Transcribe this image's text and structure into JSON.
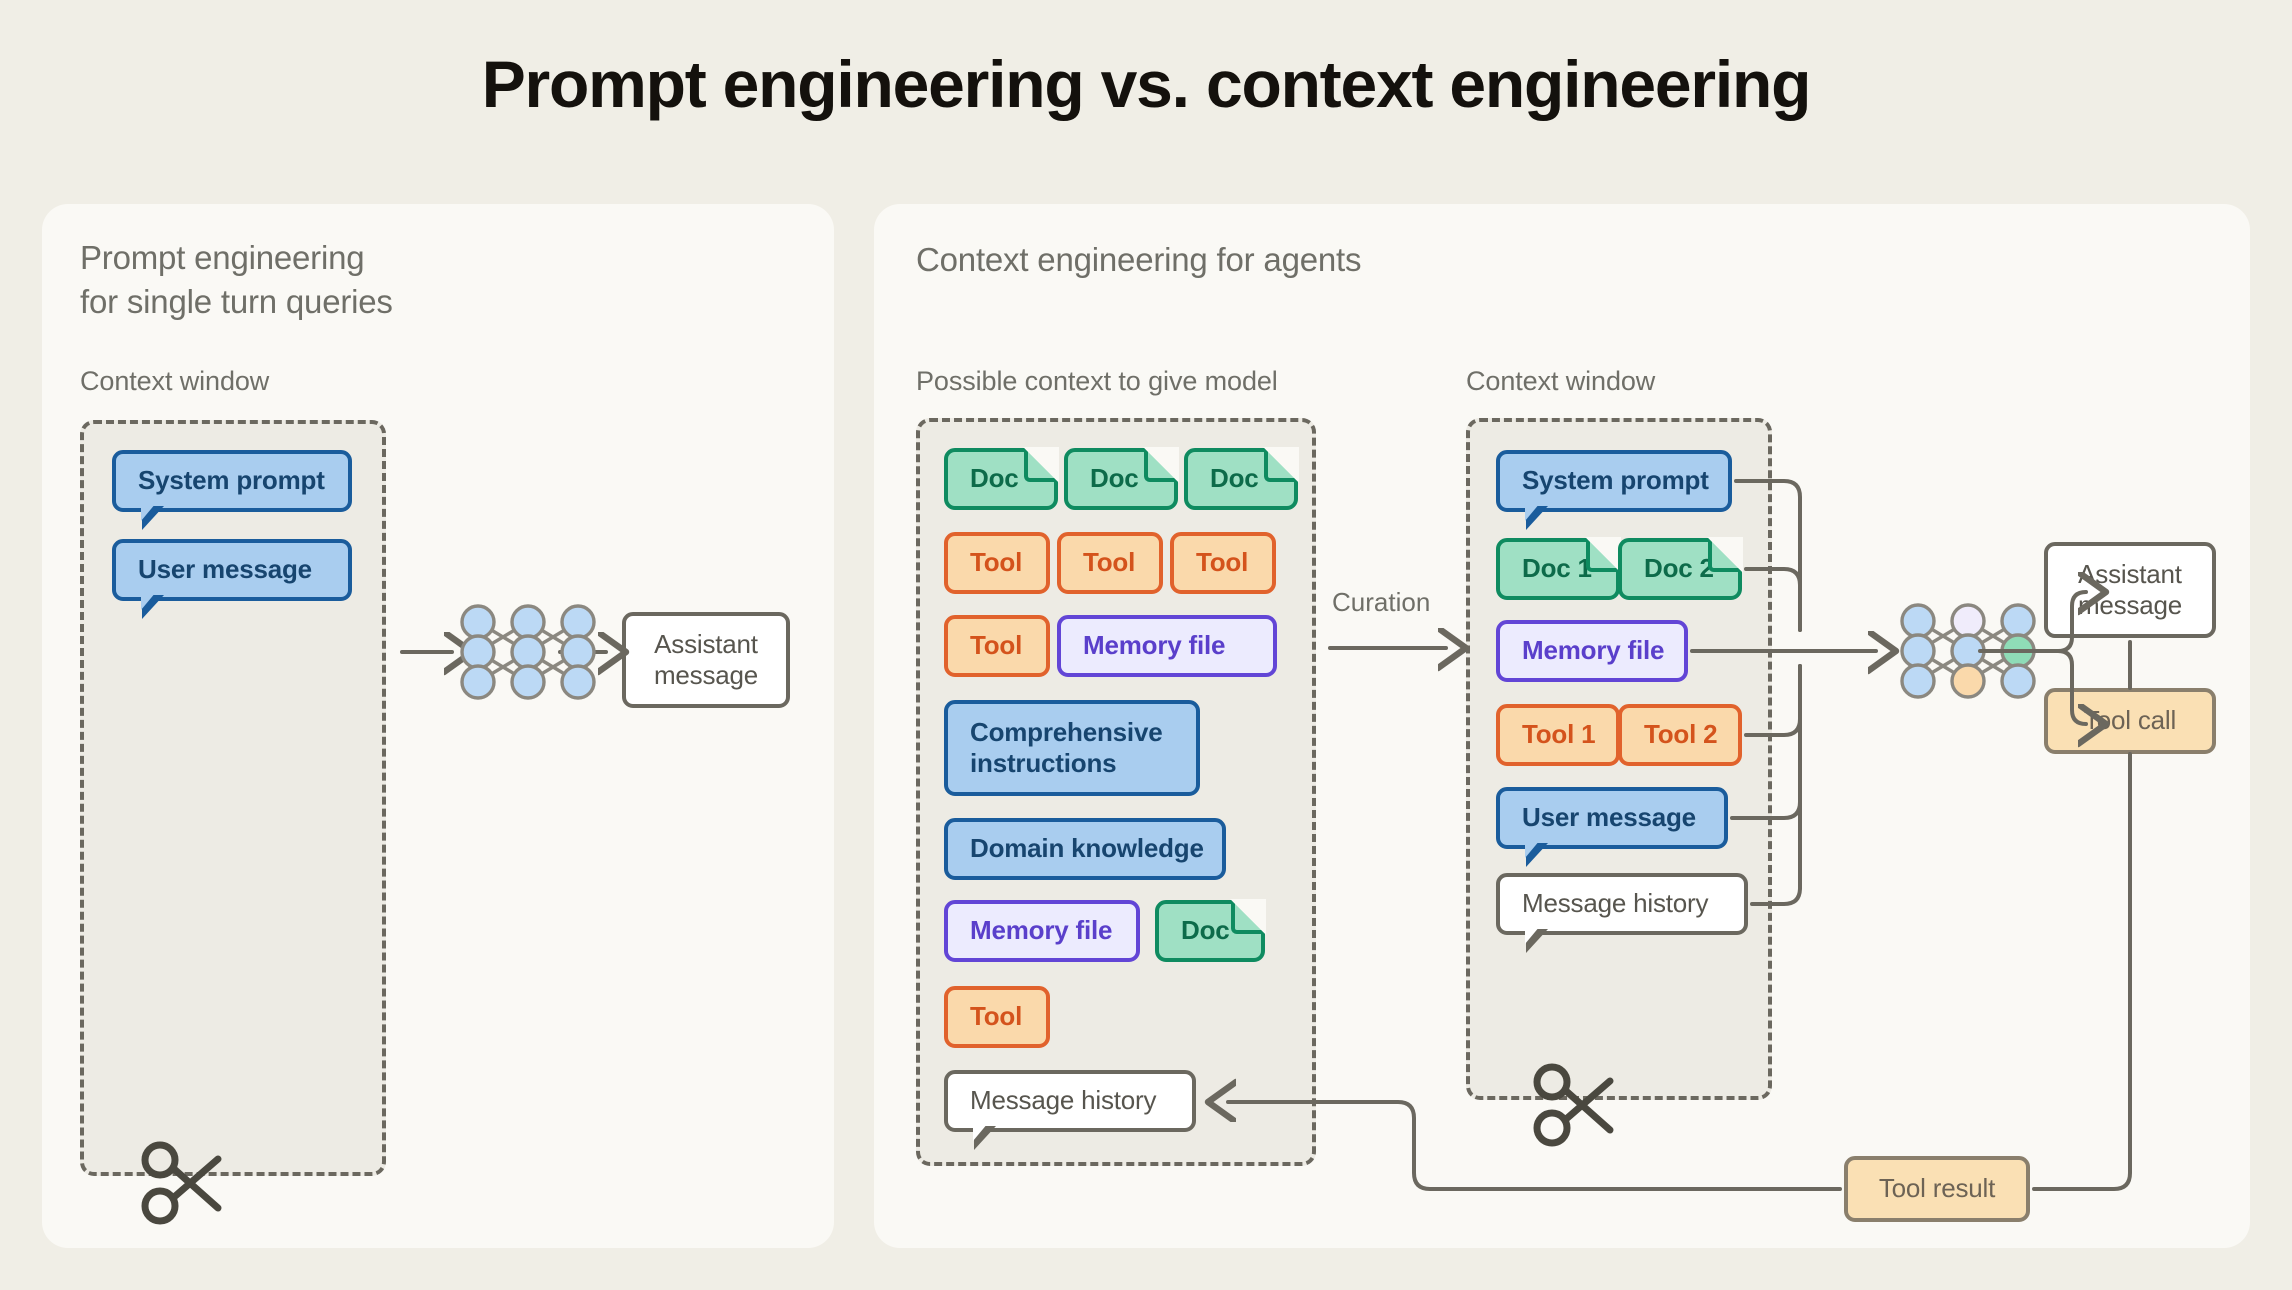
{
  "title": "Prompt engineering vs. context engineering",
  "colors": {
    "page_bg": "#f0eee6",
    "panel_bg": "#faf9f5",
    "dashed_bg": "#edebe4",
    "stroke": "#6b685f",
    "blue_fill": "#a9cdef",
    "blue_border": "#1a5c9c",
    "green_fill": "#9fe0c4",
    "green_border": "#0f8b60",
    "orange_fill": "#fad9ab",
    "orange_border": "#e1622c",
    "purple_fill": "#ecebfe",
    "purple_border": "#6245d6",
    "tan_fill": "#fae0b4",
    "tan_border": "#8a7f6c"
  },
  "left_panel": {
    "title": "Prompt engineering\nfor single turn queries",
    "context_window_label": "Context window",
    "nodes": [
      {
        "label": "System prompt",
        "kind": "blue-bubble"
      },
      {
        "label": "User message",
        "kind": "blue-bubble"
      }
    ],
    "model_icon": "neural-network-icon",
    "scissors_icon": "scissors-icon",
    "output": {
      "label": "Assistant\nmessage",
      "kind": "white-rect"
    }
  },
  "right_panel": {
    "title": "Context engineering for agents",
    "possible_context_label": "Possible context to give model",
    "context_window_label": "Context window",
    "curation_label": "Curation",
    "possible_context_nodes": [
      {
        "label": "Doc",
        "kind": "doc"
      },
      {
        "label": "Doc",
        "kind": "doc"
      },
      {
        "label": "Doc",
        "kind": "doc"
      },
      {
        "label": "Tool",
        "kind": "tool"
      },
      {
        "label": "Tool",
        "kind": "tool"
      },
      {
        "label": "Tool",
        "kind": "tool"
      },
      {
        "label": "Tool",
        "kind": "tool"
      },
      {
        "label": "Memory file",
        "kind": "memory"
      },
      {
        "label": "Comprehensive\ninstructions",
        "kind": "blue-rect"
      },
      {
        "label": "Domain knowledge",
        "kind": "blue-rect"
      },
      {
        "label": "Memory file",
        "kind": "memory"
      },
      {
        "label": "Doc",
        "kind": "doc"
      },
      {
        "label": "Tool",
        "kind": "tool"
      },
      {
        "label": "Message history",
        "kind": "white-bubble"
      }
    ],
    "context_window_nodes": [
      {
        "label": "System prompt",
        "kind": "blue-bubble"
      },
      {
        "label": "Doc 1",
        "kind": "doc"
      },
      {
        "label": "Doc 2",
        "kind": "doc"
      },
      {
        "label": "Memory file",
        "kind": "memory"
      },
      {
        "label": "Tool 1",
        "kind": "tool"
      },
      {
        "label": "Tool 2",
        "kind": "tool"
      },
      {
        "label": "User message",
        "kind": "blue-bubble"
      },
      {
        "label": "Message history",
        "kind": "white-bubble"
      }
    ],
    "model_icon": "neural-network-icon",
    "scissors_icon": "scissors-icon",
    "outputs": [
      {
        "label": "Assistant\nmessage",
        "kind": "white-rect"
      },
      {
        "label": "Tool call",
        "kind": "tan-rect"
      },
      {
        "label": "Tool result",
        "kind": "tan-rect"
      }
    ]
  }
}
